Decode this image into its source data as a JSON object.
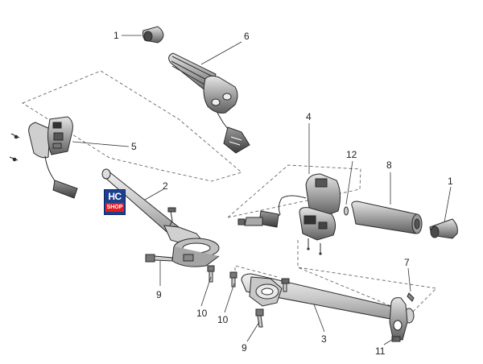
{
  "diagram": {
    "labels": [
      "1",
      "6",
      "5",
      "4",
      "12",
      "8",
      "1",
      "2",
      "9",
      "10",
      "7",
      "10",
      "9",
      "3",
      "11"
    ]
  },
  "logo": {
    "line1": "HC",
    "line2": "SHOP"
  },
  "colors": {
    "line": "#2a2a2a",
    "part_light": "#c8c8c8",
    "part_mid": "#9a9a9a",
    "part_dark": "#555555",
    "logo_blue": "#1c3f8f",
    "logo_red": "#e21c23"
  }
}
